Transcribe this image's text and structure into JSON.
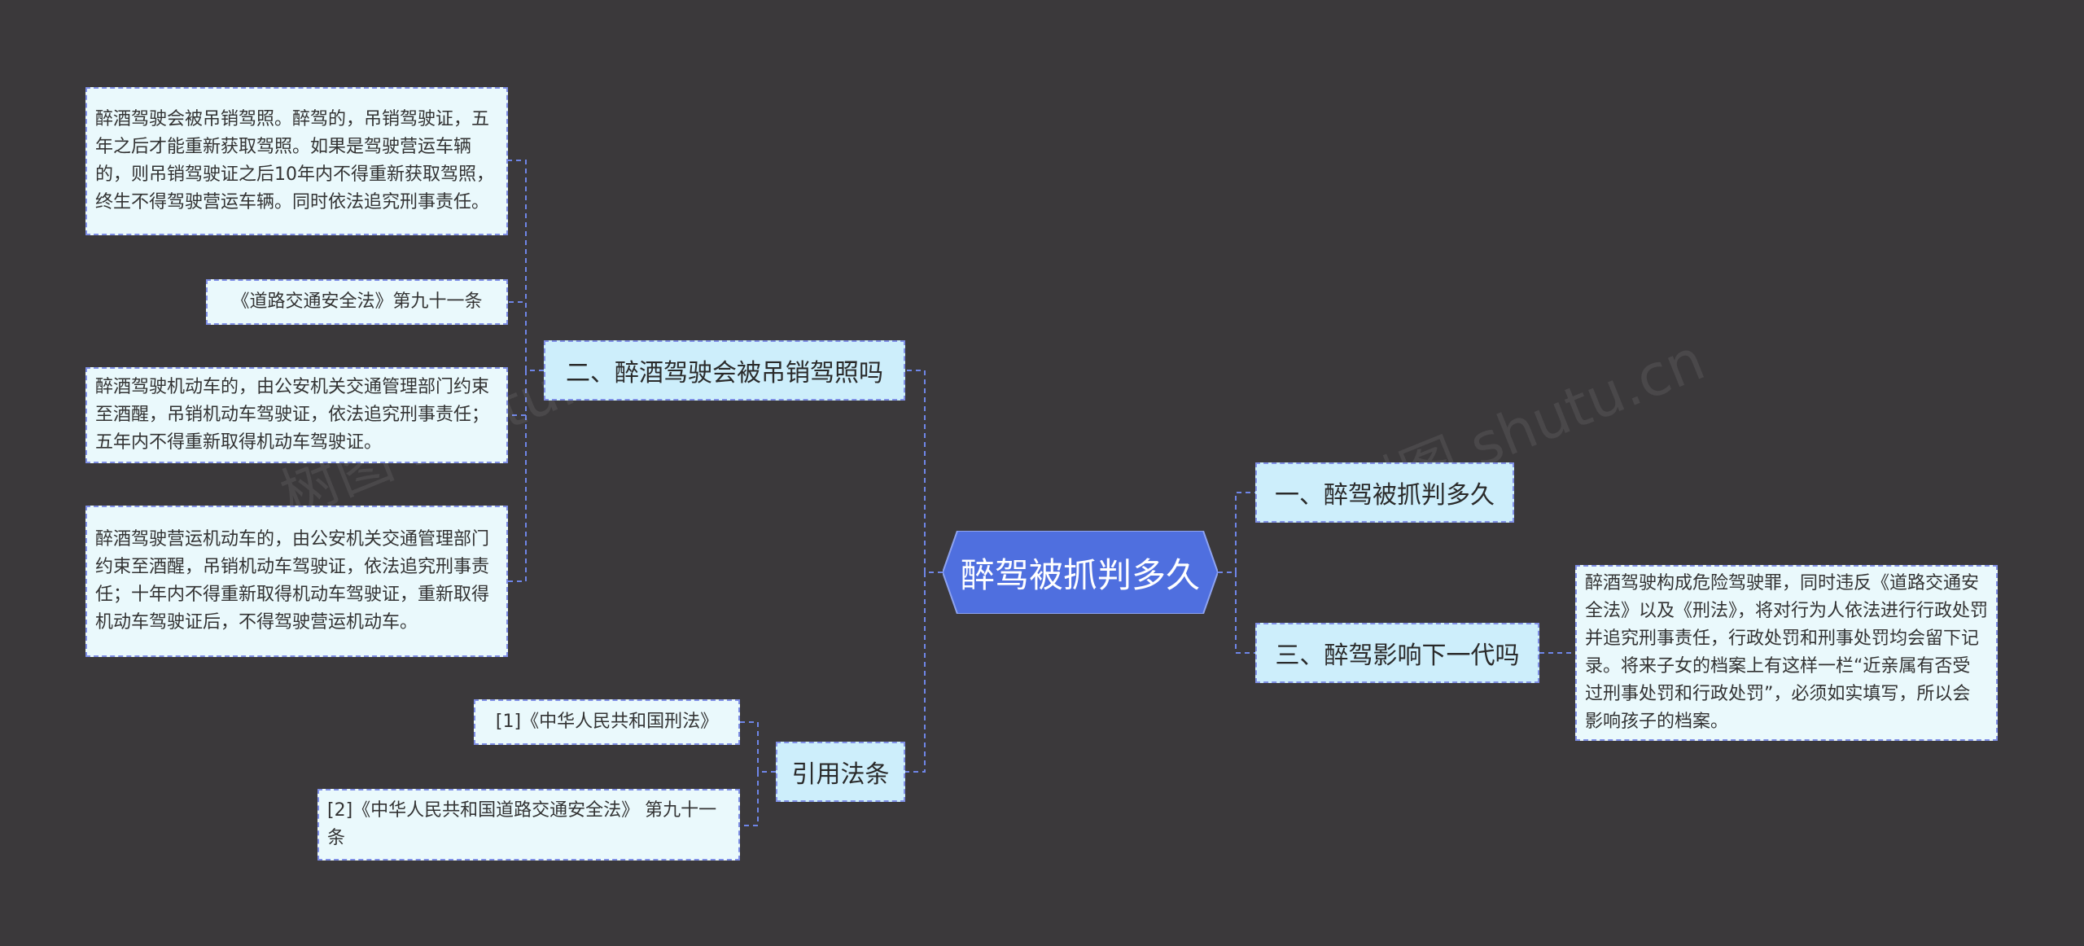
{
  "root": {
    "label": "醉驾被抓判多久"
  },
  "branches": {
    "b1": {
      "label": "二、醉酒驾驶会被吊销驾照吗",
      "leaves": [
        "醉酒驾驶会被吊销驾照。醉驾的，吊销驾驶证，五年之后才能重新获取驾照。如果是驾驶营运车辆的，则吊销驾驶证之后10年内不得重新获取驾照，终生不得驾驶营运车辆。同时依法追究刑事责任。",
        "《道路交通安全法》第九十一条",
        "醉酒驾驶机动车的，由公安机关交通管理部门约束至酒醒，吊销机动车驾驶证，依法追究刑事责任；五年内不得重新取得机动车驾驶证。",
        "醉酒驾驶营运机动车的，由公安机关交通管理部门约束至酒醒，吊销机动车驾驶证，依法追究刑事责任；十年内不得重新取得机动车驾驶证，重新取得机动车驾驶证后，不得驾驶营运机动车。"
      ]
    },
    "b2": {
      "label": "引用法条",
      "leaves": [
        "[1]《中华人民共和国刑法》",
        "[2]《中华人民共和国道路交通安全法》 第九十一条"
      ]
    },
    "b3": {
      "label": "一、醉驾被抓判多久"
    },
    "b4": {
      "label": "三、醉驾影响下一代吗",
      "leaves": [
        "醉酒驾驶构成危险驾驶罪，同时违反《道路交通安全法》以及《刑法》，将对行为人依法进行行政处罚并追究刑事责任，行政处罚和刑事处罚均会留下记录。将来子女的档案上有这样一栏“近亲属有否受过刑事处罚和行政处罚”，必须如实填写，所以会影响孩子的档案。"
      ]
    }
  },
  "colors": {
    "background": "#3b393b",
    "root_fill": "#4f6fdf",
    "branch_fill": "#cdeefb",
    "leaf_fill": "#eaf9fc",
    "connector": "#6f86e8"
  }
}
